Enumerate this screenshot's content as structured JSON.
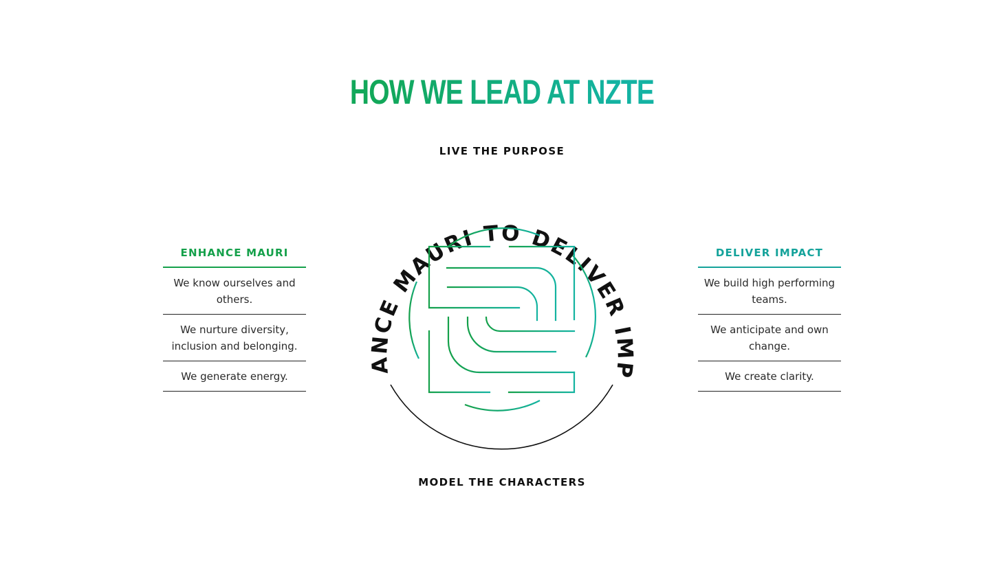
{
  "title": "HOW WE LEAD AT NZTE",
  "top_label": "LIVE THE PURPOSE",
  "bottom_label": "MODEL THE CHARACTERS",
  "arc_text": "ENHANCE MAURI TO DELIVER IMPACT",
  "left_panel": {
    "heading": "ENHANCE MAURI",
    "items": [
      "We know ourselves and others.",
      "We nurture diversity, inclusion and belonging.",
      "We generate energy."
    ]
  },
  "right_panel": {
    "heading": "DELIVER IMPACT",
    "items": [
      "We build high performing teams.",
      "We anticipate and own change.",
      "We create clarity."
    ]
  },
  "colors": {
    "green": "#14a04a",
    "teal": "#13a29a",
    "title_gradient_start": "#12a85a",
    "title_gradient_end": "#14b3a3",
    "text": "#111111"
  },
  "icons": {
    "emblem": "nzte-maze-emblem-icon"
  }
}
